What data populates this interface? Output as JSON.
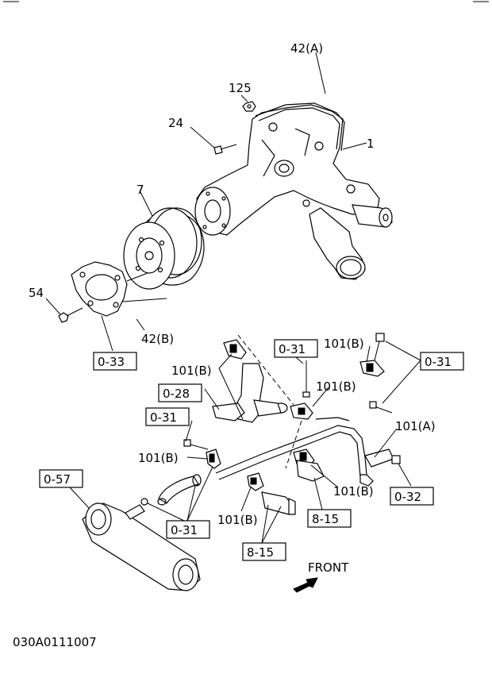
{
  "diagram_code": "030A0111007",
  "direction_label": "FRONT",
  "callouts": {
    "c42a": "42(A)",
    "c125": "125",
    "c24": "24",
    "c1": "1",
    "c7": "7",
    "c54": "54",
    "c42b": "42(B)",
    "c101b_1": "101(B)",
    "c101b_2": "101(B)",
    "c101b_3": "101(B)",
    "c101b_4": "101(B)",
    "c101b_5": "101(B)",
    "c101b_6": "101(B)",
    "c101a": "101(A)"
  },
  "ref_boxes": {
    "r033": "0-33",
    "r031_a": "0-31",
    "r031_b": "0-31",
    "r028": "0-28",
    "r031_c": "0-31",
    "r057": "0-57",
    "r031_d": "0-31",
    "r032": "0-32",
    "r815_a": "8-15",
    "r815_b": "8-15"
  }
}
